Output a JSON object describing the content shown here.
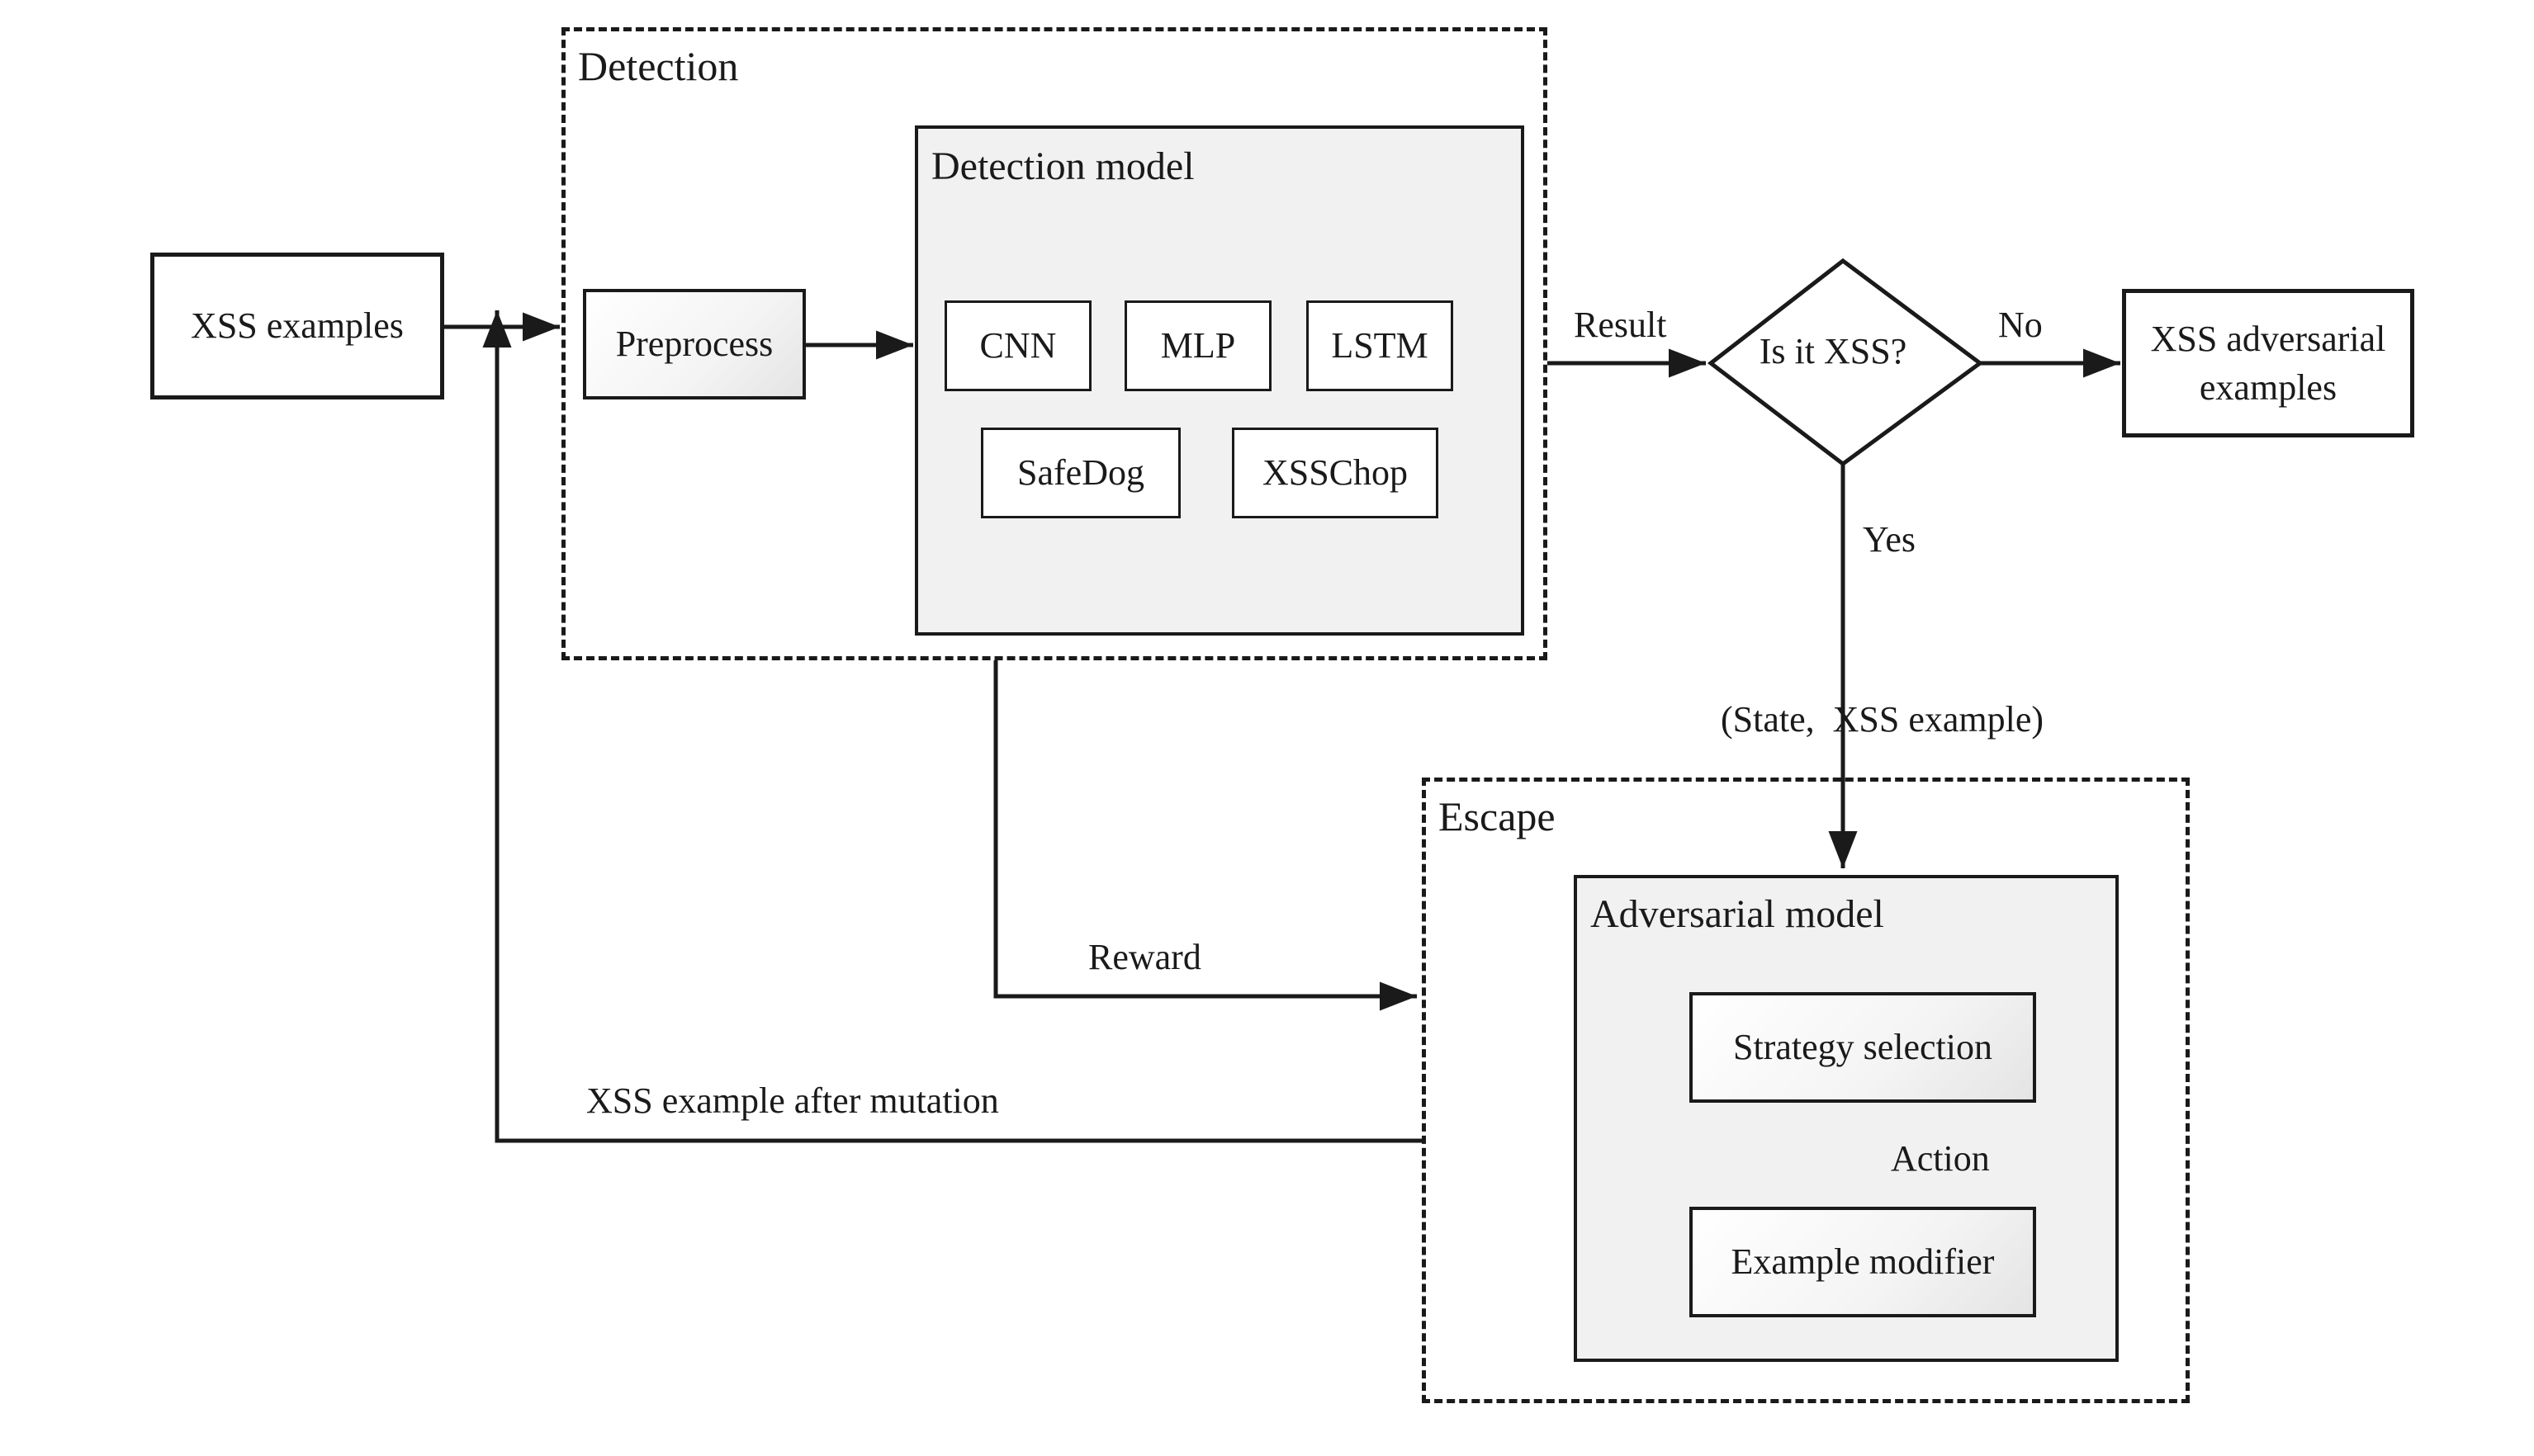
{
  "nodes": {
    "xss_examples": "XSS examples",
    "preprocess": "Preprocess",
    "cnn": "CNN",
    "mlp": "MLP",
    "lstm": "LSTM",
    "safedog": "SafeDog",
    "xsschop": "XSSChop",
    "decision": "Is it XSS?",
    "adversarial_examples": "XSS adversarial examples",
    "strategy_selection": "Strategy selection",
    "example_modifier": "Example modifier"
  },
  "groups": {
    "detection": "Detection",
    "detection_model": "Detection model",
    "escape": "Escape",
    "adversarial_model": "Adversarial model"
  },
  "edges": {
    "result": "Result",
    "no": "No",
    "yes": "Yes",
    "state_example": "(State,  XSS example)",
    "reward": "Reward",
    "mutation": "XSS example after mutation",
    "action": "Action"
  }
}
